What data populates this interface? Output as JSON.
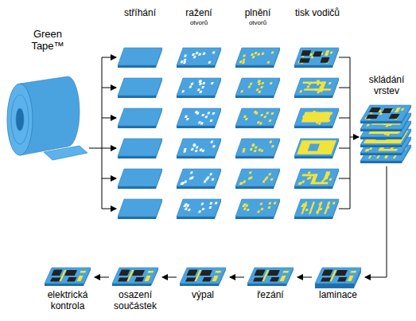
{
  "diagram": {
    "nodes": [
      {
        "text": [
          "Green Tape™"
        ]
      },
      {
        "text": [
          "skládání vrstev"
        ]
      },
      {
        "text": [
          "laminace"
        ]
      },
      {
        "text": [
          "řezání"
        ]
      },
      {
        "text": [
          "výpal"
        ]
      },
      {
        "text": [
          "osazení součástek"
        ]
      },
      {
        "text": [
          "elektrická kontrola"
        ]
      }
    ],
    "edges": [
      {
        "from": 1,
        "to": 2,
        "arrow": "to"
      },
      {
        "from": 2,
        "to": 3,
        "arrow": "to"
      },
      {
        "from": 3,
        "to": 4,
        "arrow": "to"
      },
      {
        "from": 4,
        "to": 5,
        "arrow": "to"
      },
      {
        "from": 5,
        "to": 6,
        "arrow": "to"
      }
    ],
    "labels": [
      "stříhání",
      "ražení",
      "otvorů",
      "plnění",
      "otvorů",
      "tisk vodičů"
    ]
  }
}
